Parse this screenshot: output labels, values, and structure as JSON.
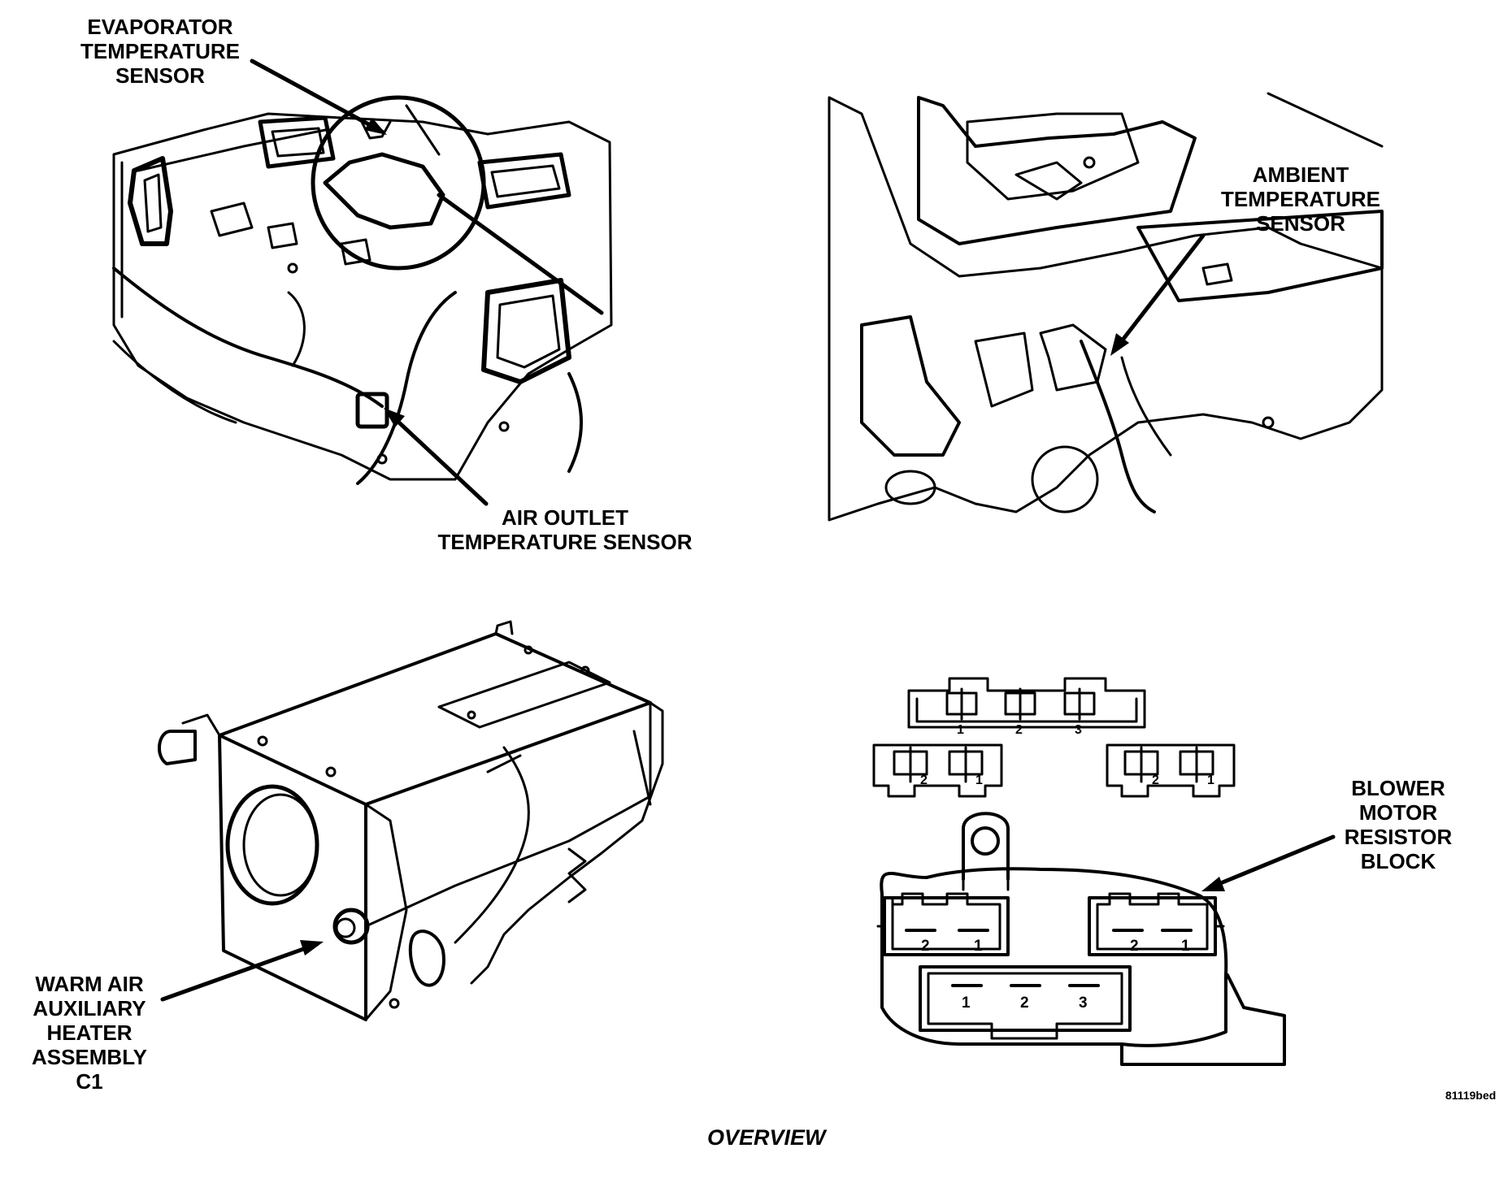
{
  "labels": {
    "evaporator": [
      "EVAPORATOR",
      "TEMPERATURE",
      "SENSOR"
    ],
    "air_outlet": [
      "AIR OUTLET",
      "TEMPERATURE SENSOR"
    ],
    "ambient": [
      "AMBIENT",
      "TEMPERATURE",
      "SENSOR"
    ],
    "blower": [
      "BLOWER",
      "MOTOR",
      "RESISTOR",
      "BLOCK"
    ],
    "warm_air": [
      "WARM AIR",
      "AUXILIARY",
      "HEATER",
      "ASSEMBLY",
      "C1"
    ]
  },
  "pin_numbers": {
    "top_connector": [
      "1",
      "2",
      "3"
    ],
    "left_connector": [
      "2",
      "1"
    ],
    "right_connector": [
      "2",
      "1"
    ],
    "block_left_socket": [
      "2",
      "1"
    ],
    "block_right_socket": [
      "2",
      "1"
    ],
    "block_bottom_socket": [
      "1",
      "2",
      "3"
    ]
  },
  "figure_code": "81119bed",
  "caption": "OVERVIEW"
}
